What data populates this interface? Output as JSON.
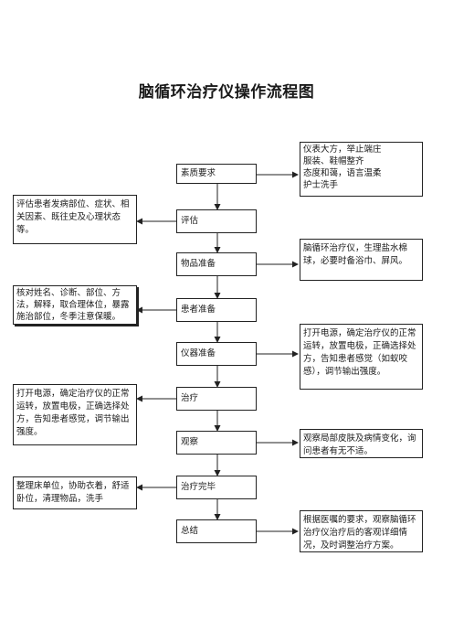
{
  "title": "脑循环治疗仪操作流程图",
  "steps": [
    "素质要求",
    "评估",
    "物品准备",
    "患者准备",
    "仪器准备",
    "治疗",
    "观察",
    "治疗完毕",
    "总结"
  ],
  "notes": {
    "suzhi": [
      "仪表大方，举止端庄",
      "服装、鞋帽整齐",
      "态度和蔼，语言温柔",
      "护士洗手"
    ],
    "pinggu": "评估患者发病部位、症状、相关因素、既往史及心理状态等。",
    "wupin": "脑循环治疗仪，生理盐水棉球，必要时备浴巾、屏风。",
    "huanzhe": "核对姓名、诊断、部位、方法，解释，取合理体位，暴露施治部位，冬季注意保暖。",
    "yiqi": "打开电源，确定治疗仪的正常运转，放置电极，正确选择处方，告知患者感觉（如蚁咬感），调节输出强度。",
    "zhiliao": "打开电源，确定治疗仪的正常运转，放置电极，正确选择处方，告知患者感觉，调节输出强度。",
    "guancha": "观察局部皮肤及病情变化，询问患者有无不适。",
    "wanbi": "整理床单位，协助衣着，舒适卧位，清理物品，洗手",
    "zongjie": "根据医嘱的要求，观察脑循环治疗仪治疗后的客观详细情况，及时调整治疗方案。"
  }
}
